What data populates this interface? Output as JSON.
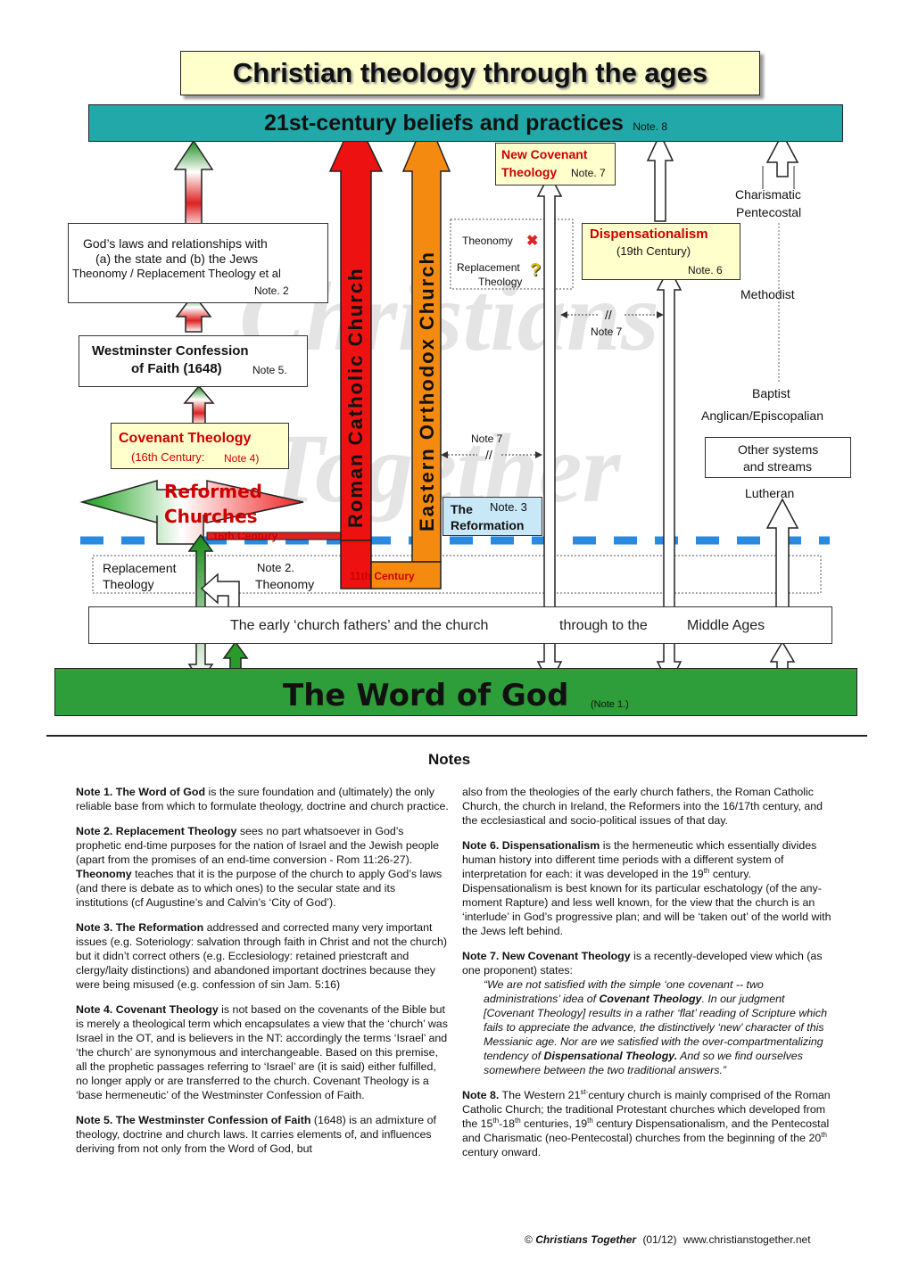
{
  "title": "Christian theology through the ages",
  "watermark": {
    "line1": "Christians",
    "line2": "Together"
  },
  "top_band": {
    "label": "21st-century beliefs and practices",
    "note": "Note. 8"
  },
  "bottom_band": {
    "label": "The Word of God",
    "note": "(Note 1.)"
  },
  "early_band": {
    "part1": "The early ‘church fathers’ and the church",
    "part2": "through to the",
    "part3": "Middle Ages"
  },
  "vertical": {
    "rc": "Roman Catholic Church",
    "eo": "Eastern Orthodox Church"
  },
  "boxes": {
    "ncov_title": "New Covenant",
    "ncov_title2": "Theology",
    "ncov_note": "Note. 7",
    "gods_laws_1": "God’s laws and relationships with",
    "gods_laws_2": "(a) the state and (b) the Jews",
    "gods_laws_3": "Theonomy / Replacement Theology et al",
    "gods_laws_note": "Note. 2",
    "theonomy": "Theonomy",
    "repl_1": "Replacement",
    "repl_2": "Theology",
    "disp_title": "Dispensationalism",
    "disp_sub": "(19th Century)",
    "disp_note": "Note. 6",
    "note7_a": "Note 7",
    "note7_b": "Note 7",
    "wcf_1": "Westminster Confession",
    "wcf_2": "of Faith (1648)",
    "wcf_note": "Note 5.",
    "cov_title": "Covenant  Theology",
    "cov_sub": "(16th Century: ",
    "cov_note": "Note 4)",
    "other_1": "Other systems",
    "other_2": "and streams",
    "reformed_1": "Reformed",
    "reformed_2": "Churches",
    "c16": "16th Century",
    "ref_the": "The",
    "ref_note": "Note. 3",
    "ref_title": "Reformation",
    "c11": "11th Century",
    "rt_1": "Replacement",
    "rt_2": "Theology",
    "th_note": "Note 2.",
    "th_label": "Theonomy",
    "slashes": "//"
  },
  "denominations": {
    "charismatic": "Charismatic",
    "pentecostal": "Pentecostal",
    "methodist": "Methodist",
    "baptist": "Baptist",
    "anglican": "Anglican/Episcopalian",
    "lutheran": "Lutheran"
  },
  "notes_heading": "Notes",
  "notes": {
    "n1_b": "Note 1. The Word of God",
    "n1": " is the sure foundation and (ultimately) the only reliable base from which to formulate theology, doctrine and church practice.",
    "n2_b": "Note 2. Replacement Theology",
    "n2": " sees no part whatsoever in God’s prophetic end-time purposes for the nation of Israel and the Jewish people (apart from the promises of an end-time conversion - Rom 11:26-27).",
    "n2t_b": "Theonomy",
    "n2t": " teaches that it is the purpose of the church to apply God’s laws (and there is debate as to which ones) to the secular state and its institutions (cf Augustine’s and Calvin’s ‘City of God’).",
    "n3_b": "Note 3.  The Reformation",
    "n3": " addressed and corrected many very important issues (e.g. Soteriology: salvation through faith in Christ and not the church) but it didn’t correct others (e.g. Ecclesiology: retained priestcraft and clergy/laity distinctions) and abandoned important doctrines because they were being misused (e.g. confession of sin Jam. 5:16)",
    "n4_b": "Note 4. Covenant Theology",
    "n4": " is not based on the covenants of the Bible but is merely a theological term which encapsulates a view that the ‘church’ was Israel in the OT, and is believers in the NT: accordingly the terms ‘Israel’ and ‘the church’ are synonymous and interchangeable. Based on this premise, all the prophetic passages referring to ‘Israel’ are (it is said) either fulfilled, no longer apply or are transferred to the church. Covenant Theology is a ‘base hermeneutic’ of the Westminster Confession of Faith.",
    "n5_b": "Note 5. The Westminster Confession of Faith",
    "n5": " (1648) is an admixture of theology, doctrine and church laws. It carries elements of, and influences deriving from not only from the Word of God, but",
    "n5c": "also from the theologies of the early church fathers, the Roman Catholic Church, the church in Ireland, the Reformers into the 16/17th century, and the ecclesiastical and socio-political issues of that day.",
    "n6_b": "Note 6. Dispensationalism",
    "n6a": " is the hermeneutic which essentially divides human history into different time periods with a different system of interpretation for each: it was developed in the 19",
    "n6_sup": "th",
    "n6b": " century. Dispensationalism is best known for its particular eschatology (of the any-moment Rapture) and less well known, for the view that the church is an ‘interlude’ in God’s progressive plan; and  will be ‘taken out’ of the world with the Jews left behind.",
    "n7_b": "Note 7. New Covenant Theology",
    "n7": " is a recently-developed view which (as one proponent) states:",
    "n7q1": "“We are not satisfied with the simple ‘one covenant -- two administrations’ idea of ",
    "n7q1b": "Covenant Theology",
    "n7q2": ". In our judgment [Covenant Theology] results in a rather ‘flat’ reading of Scripture which fails to appreciate the advance, the distinctively ‘new’ character of this Messianic age. Nor are we satisfied with the over-compartmentalizing tendency of ",
    "n7q2b": "Dispensational Theology.",
    "n7q3": " And so we find ourselves somewhere between the two traditional answers.”",
    "n8_b": "Note 8.",
    "n8a": " The Western 21",
    "n8_sup": "st-",
    "n8b": "century church is mainly comprised of the Roman Catholic Church; the traditional Protestant churches which developed from the 15",
    "n8_sup2": "th",
    "n8c": "-18",
    "n8_sup3": "th",
    "n8d": " centuries, 19",
    "n8_sup4": "th",
    "n8e": " century Dispensationalism, and the Pentecostal and Charismatic (neo-Pentecostal) churches from the beginning of the 20",
    "n8_sup5": "th",
    "n8f": " century onward."
  },
  "footer": {
    "copy": "©",
    "brand": "Christians Together",
    "date": "(01/12)",
    "url": "www.christianstogether.net"
  }
}
